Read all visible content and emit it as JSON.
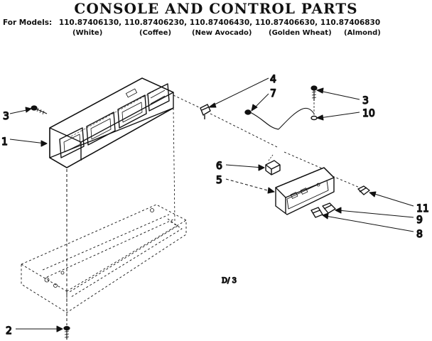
{
  "header": {
    "title": "CONSOLE AND CONTROL PARTS",
    "models_label": "For Models:",
    "models": [
      "110.87406130,",
      "110.87406230,",
      "110.87406430,",
      "110.87406630,",
      "110.87406830"
    ],
    "colors": [
      "(White)",
      "(Coffee)",
      "(New Avocado)",
      "(Golden Wheat)",
      "(Almond)"
    ]
  },
  "callouts": {
    "c1": "1",
    "c2": "2",
    "c3_left": "3",
    "c3_right": "3",
    "c4": "4",
    "c5": "5",
    "c6": "6",
    "c7": "7",
    "c8": "8",
    "c9": "9",
    "c10": "10",
    "c11": "11"
  },
  "code": "D/ 3"
}
